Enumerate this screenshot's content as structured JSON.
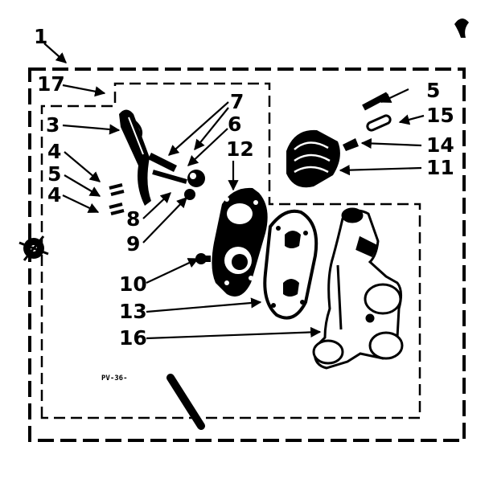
{
  "diagram": {
    "callouts": {
      "c1": "1",
      "c17": "17",
      "c3": "3",
      "c4a": "4",
      "c5a": "5",
      "c4b": "4",
      "c7": "7",
      "c6": "6",
      "c12": "12",
      "c5b": "5",
      "c15": "15",
      "c14": "14",
      "c11": "11",
      "c8": "8",
      "c9": "9",
      "c10": "10",
      "c13": "13",
      "c16": "16"
    },
    "part_code": "PV-36-"
  }
}
